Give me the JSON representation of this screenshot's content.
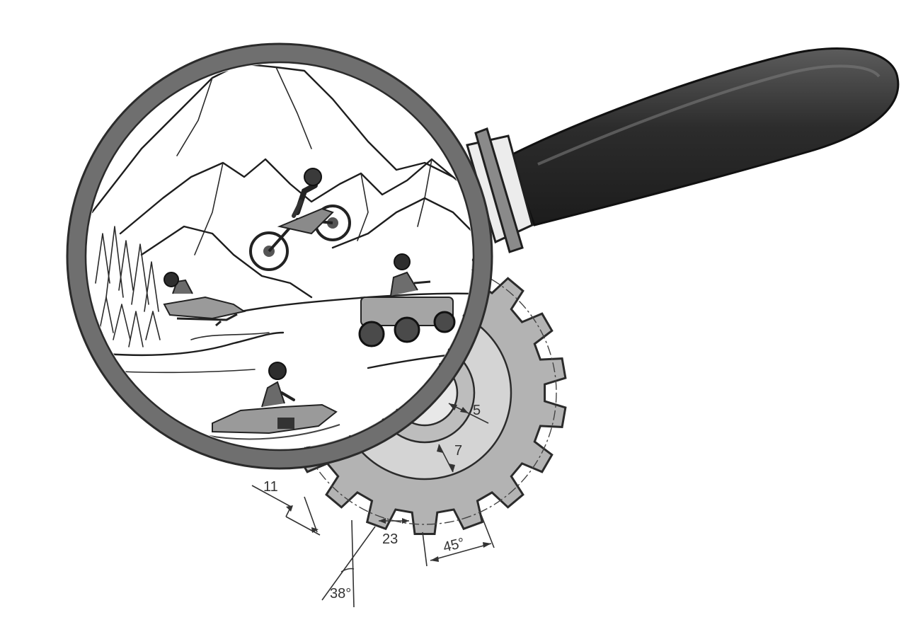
{
  "colors": {
    "gear_fill": "#b3b3b3",
    "gear_stroke": "#2b2b2b",
    "hub_fill": "#d4d4d4",
    "lens_rim": "#6f6f6f",
    "handle_dark": "#2f2f2f",
    "collar": "#ececec"
  },
  "dimensions": {
    "hub_gap": "5",
    "ring_width": "7",
    "tooth_pitch": "11",
    "tooth_width": "23",
    "tooth_angle": "45°",
    "pressure_angle": "38°"
  },
  "scene": {
    "riders": [
      "dirt-bike",
      "snowmobile",
      "atv-quad",
      "jet-ski"
    ]
  }
}
